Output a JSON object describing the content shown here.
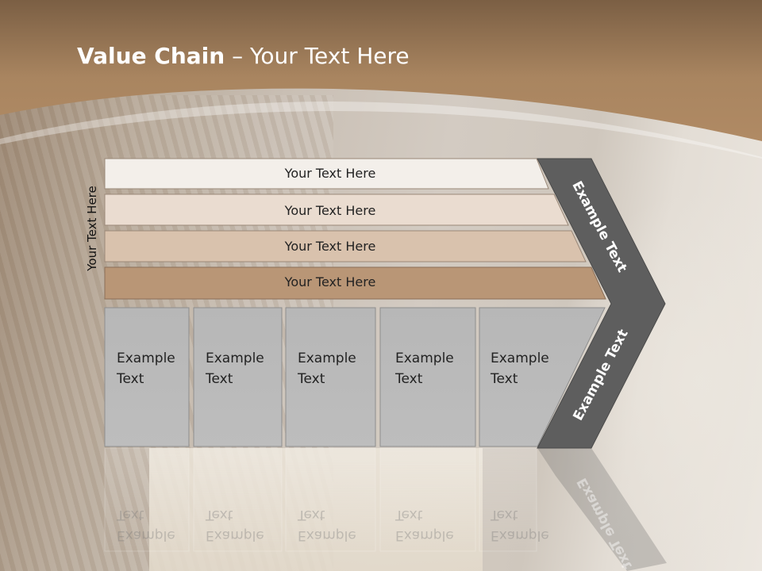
{
  "slide": {
    "title_bold": "Value Chain",
    "title_rest": " – Your Text Here",
    "side_label": "Your Text Here"
  },
  "bars": [
    {
      "label": "Your Text Here",
      "color": "#f3efea"
    },
    {
      "label": "Your Text Here",
      "color": "#eadcd0"
    },
    {
      "label": "Your Text Here",
      "color": "#d9c2ad"
    },
    {
      "label": "Your Text Here",
      "color": "#b99676"
    }
  ],
  "boxes": [
    {
      "line1": "Example",
      "line2": "Text"
    },
    {
      "line1": "Example",
      "line2": "Text"
    },
    {
      "line1": "Example",
      "line2": "Text"
    },
    {
      "line1": "Example",
      "line2": "Text"
    },
    {
      "line1": "Example",
      "line2": "Text"
    }
  ],
  "chevron": {
    "upper_label": "Example Text",
    "lower_label": "Example Text",
    "color": "#5e5e5e"
  },
  "colors": {
    "header_brown": "#a17a55",
    "box_gray": "#b9b9b9"
  }
}
